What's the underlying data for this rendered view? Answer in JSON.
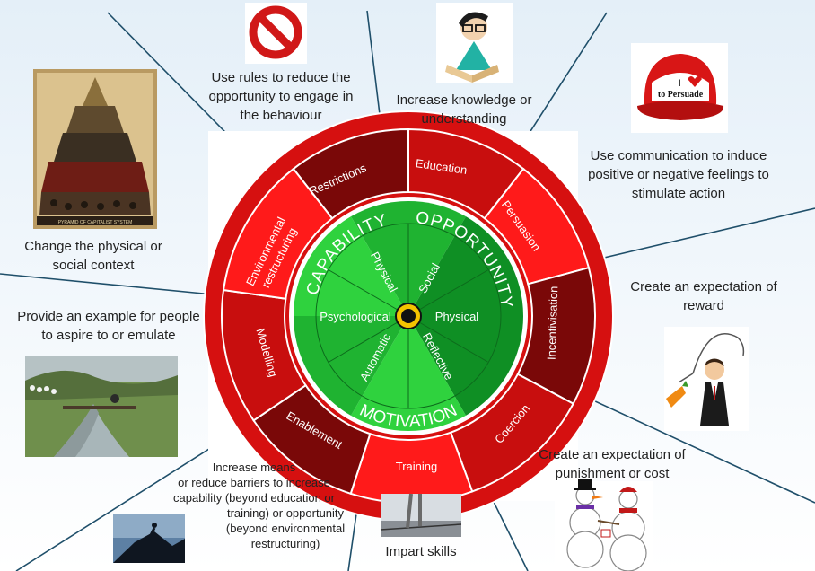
{
  "wheel": {
    "core": {
      "capability": "CAPABILITY",
      "opportunity": "OPPORTUNITY",
      "motivation": "MOTIVATION",
      "physical_cap": "Physical",
      "psychological": "Psychological",
      "social": "Social",
      "physical_opp": "Physical",
      "automatic": "Automatic",
      "reflective": "Reflective"
    },
    "functions": [
      {
        "name": "Restrictions"
      },
      {
        "name": "Education"
      },
      {
        "name": "Persuasion"
      },
      {
        "name": "Incentivisation"
      },
      {
        "name": "Coercion"
      },
      {
        "name": "Training"
      },
      {
        "name": "Enablement"
      },
      {
        "name": "Modelling"
      },
      {
        "name": "Environmental restructuring"
      }
    ],
    "function_lines": {
      "env1": "Environmental",
      "env2": "restructuring"
    }
  },
  "descriptions": {
    "restrictions": [
      "Use rules to reduce the",
      "opportunity to engage in",
      "the behaviour"
    ],
    "education": [
      "Increase knowledge or",
      "understanding"
    ],
    "persuasion": [
      "Use communication to induce",
      "positive or negative feelings to",
      "stimulate action"
    ],
    "incentivisation": [
      "Create an expectation of",
      "reward"
    ],
    "coercion": [
      "Create an expectation of",
      "punishment or cost"
    ],
    "training": [
      "Impart skills"
    ],
    "enablement": [
      "Increase means",
      "or reduce barriers to increase",
      "capability (beyond education or",
      "training) or opportunity",
      "(beyond  environmental",
      "restructuring)"
    ],
    "modelling": [
      "Provide an example for people",
      "to aspire to or emulate"
    ],
    "environmental": [
      "Change the physical or",
      "social context"
    ]
  },
  "images": {
    "cap_text": "to Persuade",
    "poster_caption": "PYRAMID OF CAPITALIST SYSTEM"
  },
  "colors": {
    "green_light": "#2fd23e",
    "green_mid": "#1fb331",
    "green_dark": "#0f8f24",
    "red_bright": "#ff1a1a",
    "red_mid": "#c80e0e",
    "red_dark": "#7a0808",
    "ring_outer": "#d61010"
  }
}
